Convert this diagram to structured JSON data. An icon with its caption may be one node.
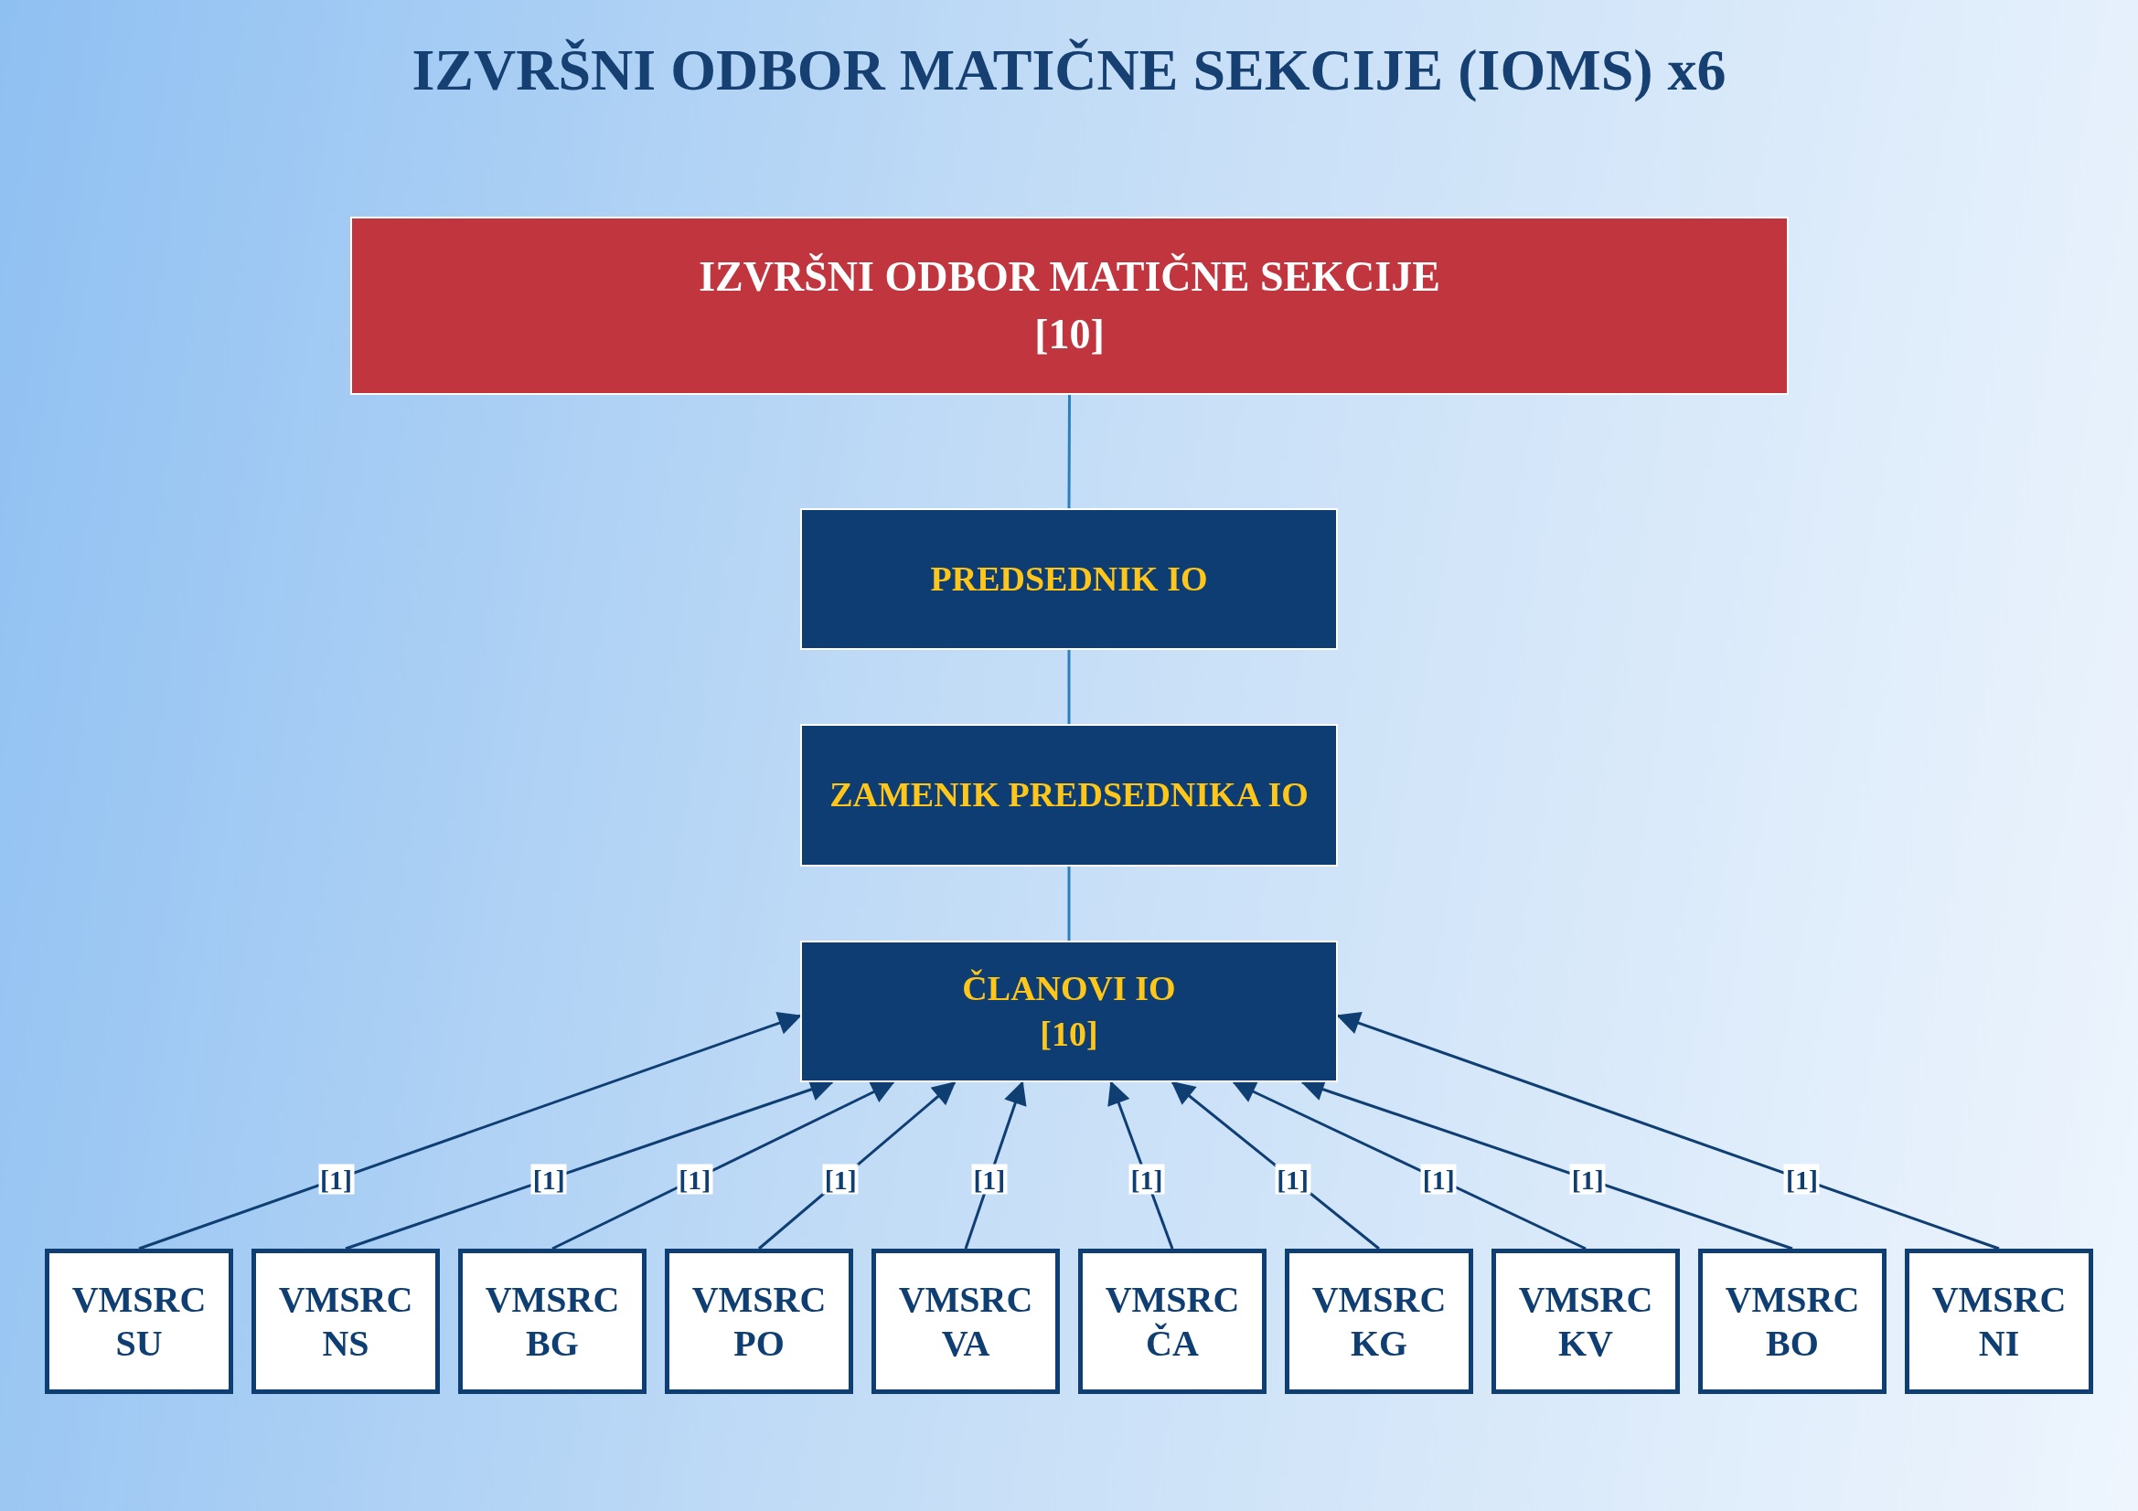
{
  "diagram": {
    "title": "IZVRŠNI ODBOR MATIČNE SEKCIJE (IOMS) x6",
    "nodes": [
      {
        "text": [
          "IZVRŠNI ODBOR MATIČNE SEKCIJE",
          "[10]"
        ]
      },
      {
        "text": [
          "PREDSEDNIK IO"
        ]
      },
      {
        "text": [
          "ZAMENIK PREDSEDNIKA IO"
        ]
      },
      {
        "text": [
          "ČLANOVI IO",
          "[10]"
        ]
      },
      {
        "text": [
          "VMSRC SU"
        ]
      },
      {
        "text": [
          "VMSRC NS"
        ]
      },
      {
        "text": [
          "VMSRC BG"
        ]
      },
      {
        "text": [
          "VMSRC PO"
        ]
      },
      {
        "text": [
          "VMSRC VA"
        ]
      },
      {
        "text": [
          "VMSRC ČA"
        ]
      },
      {
        "text": [
          "VMSRC KG"
        ]
      },
      {
        "text": [
          "VMSRC KV"
        ]
      },
      {
        "text": [
          "VMSRC BO"
        ]
      },
      {
        "text": [
          "VMSRC NI"
        ]
      }
    ],
    "edges": [
      {
        "from": 0,
        "to": 1,
        "arrow": "none",
        "color": "#2a7fc0"
      },
      {
        "from": 1,
        "to": 2,
        "arrow": "none",
        "color": "#2a7fc0"
      },
      {
        "from": 2,
        "to": 3,
        "arrow": "none",
        "color": "#2a7fc0"
      },
      {
        "from": 4,
        "to": 3,
        "arrow": "to",
        "label": "[1]"
      },
      {
        "from": 5,
        "to": 3,
        "arrow": "to",
        "label": "[1]"
      },
      {
        "from": 6,
        "to": 3,
        "arrow": "to",
        "label": "[1]"
      },
      {
        "from": 7,
        "to": 3,
        "arrow": "to",
        "label": "[1]"
      },
      {
        "from": 8,
        "to": 3,
        "arrow": "to",
        "label": "[1]"
      },
      {
        "from": 9,
        "to": 3,
        "arrow": "to",
        "label": "[1]"
      },
      {
        "from": 10,
        "to": 3,
        "arrow": "to",
        "label": "[1]"
      },
      {
        "from": 11,
        "to": 3,
        "arrow": "to",
        "label": "[1]"
      },
      {
        "from": 12,
        "to": 3,
        "arrow": "to",
        "label": "[1]"
      },
      {
        "from": 13,
        "to": 3,
        "arrow": "to",
        "label": "[1]"
      }
    ]
  }
}
